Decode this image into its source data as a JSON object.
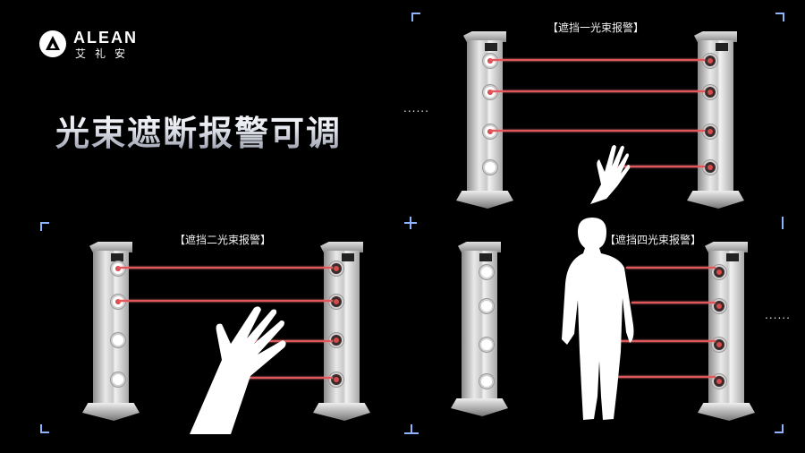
{
  "brand": {
    "name_en": "ALEAN",
    "name_cn": "艾礼安"
  },
  "headline": "光束遮断报警可调",
  "panels": [
    {
      "id": "one-beam",
      "caption": "【遮挡一光束报警】",
      "blocked_beams": 1,
      "total_beams": 4,
      "obstacle": "hand"
    },
    {
      "id": "two-beam",
      "caption": "【遮挡二光束报警】",
      "blocked_beams": 2,
      "total_beams": 4,
      "obstacle": "hand-arm"
    },
    {
      "id": "four-beam",
      "caption": "【遮挡四光束报警】",
      "blocked_beams": 4,
      "total_beams": 4,
      "obstacle": "person"
    }
  ],
  "ellipsis": "......",
  "colors": {
    "background": "#000000",
    "beam": "#e0585c",
    "corner_marks": "#8fb4ff",
    "text": "#ffffff"
  }
}
